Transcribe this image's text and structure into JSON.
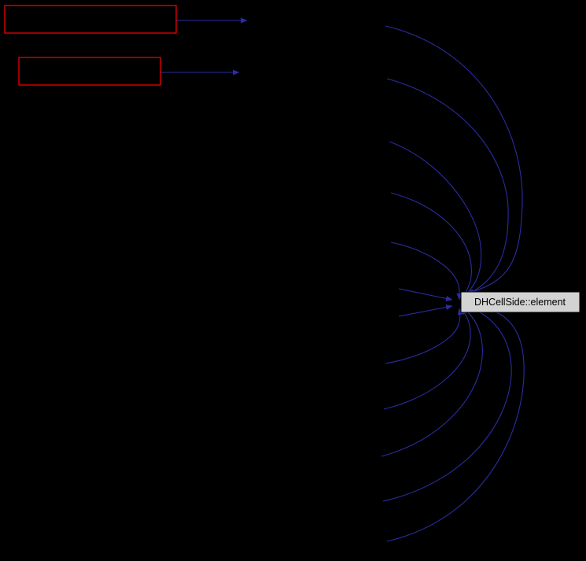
{
  "graph": {
    "type": "doxygen-caller-graph",
    "highlighted_node": {
      "label": "DHCellSide::element"
    },
    "caller_edge_count": 12,
    "red_outlined_node_count": 2,
    "red_node_arrow_count": 2
  },
  "colors": {
    "background": "#000000",
    "edge": "#2a2da5",
    "red_node_border": "#ff0000",
    "highlight_node_fill": "#d3d3d3",
    "highlight_node_stroke": "#000000",
    "highlight_node_text": "#000000"
  }
}
